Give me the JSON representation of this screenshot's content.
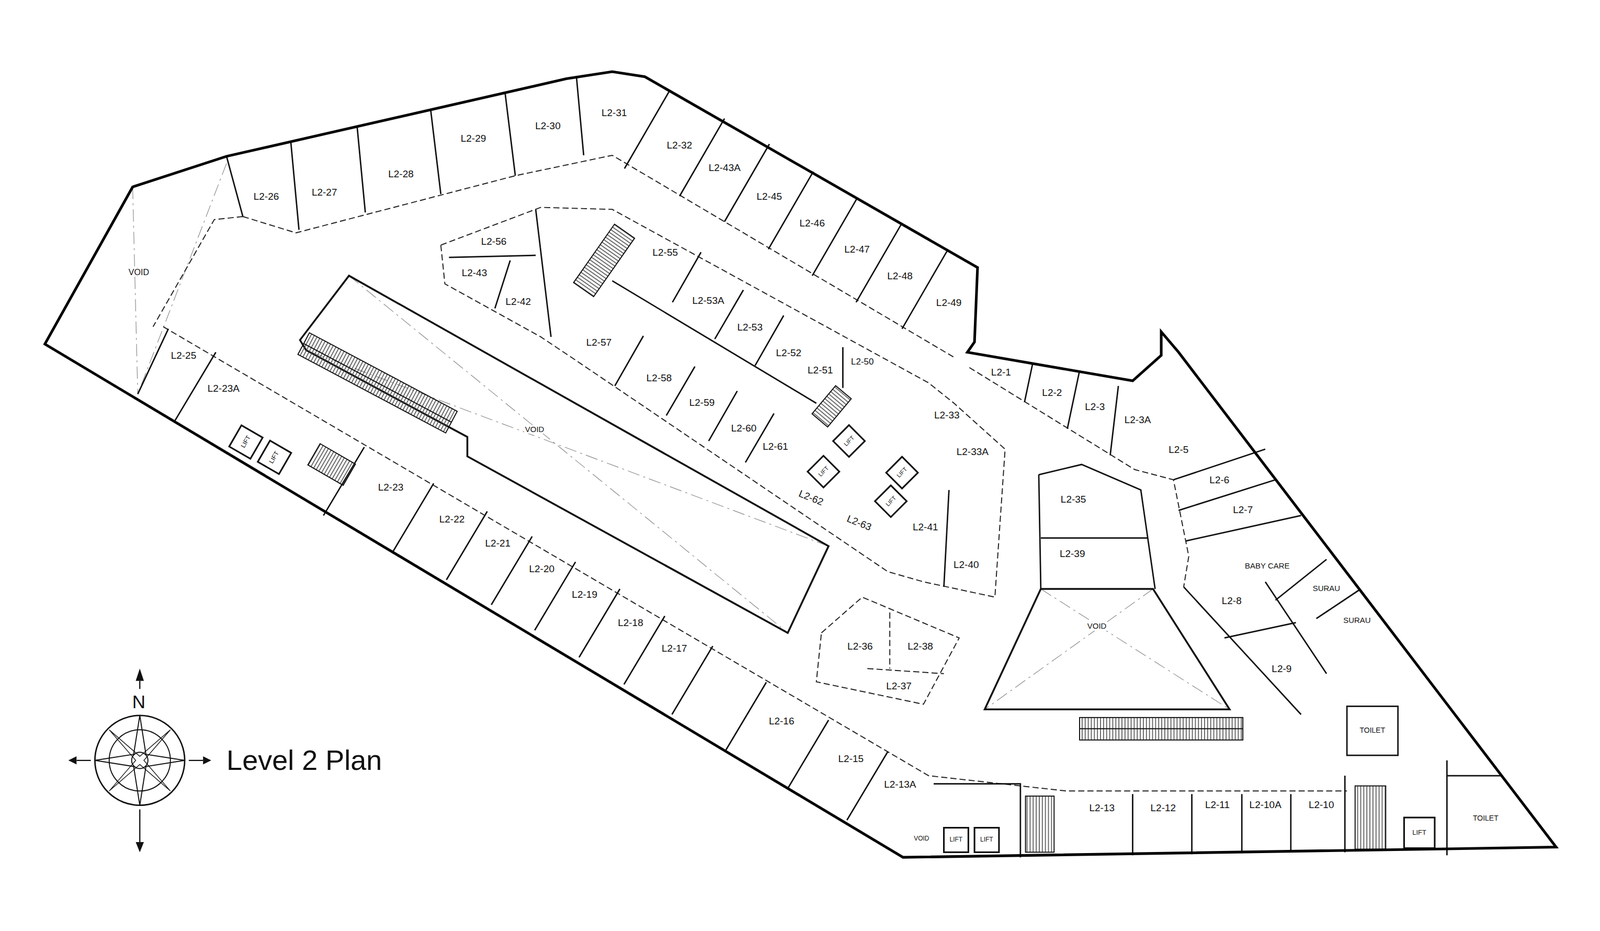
{
  "diagram": {
    "title": "Level 2 Plan",
    "nodes": [
      {
        "text": [
          "L2-31"
        ]
      },
      {
        "text": [
          "L2-30"
        ]
      },
      {
        "text": [
          "L2-29"
        ]
      },
      {
        "text": [
          "L2-32"
        ]
      },
      {
        "text": [
          "L2-43A"
        ]
      },
      {
        "text": [
          "L2-28"
        ]
      },
      {
        "text": [
          "L2-27"
        ]
      },
      {
        "text": [
          "L2-45"
        ]
      },
      {
        "text": [
          "L2-26"
        ]
      },
      {
        "text": [
          "L2-46"
        ]
      },
      {
        "text": [
          "L2-56"
        ]
      },
      {
        "text": [
          "L2-55"
        ]
      },
      {
        "text": [
          "L2-47"
        ]
      },
      {
        "text": [
          "VOID"
        ]
      },
      {
        "text": [
          "L2-43"
        ]
      },
      {
        "text": [
          "L2-48"
        ]
      },
      {
        "text": [
          "L2-53A"
        ]
      },
      {
        "text": [
          "L2-42"
        ]
      },
      {
        "text": [
          "L2-49"
        ]
      },
      {
        "text": [
          "L2-53"
        ]
      },
      {
        "text": [
          "L2-57"
        ]
      },
      {
        "text": [
          "L2-52"
        ]
      },
      {
        "text": [
          "L2-25"
        ]
      },
      {
        "text": [
          "L2-50"
        ]
      },
      {
        "text": [
          "L2-51"
        ]
      },
      {
        "text": [
          "L2-1"
        ]
      },
      {
        "text": [
          "L2-58"
        ]
      },
      {
        "text": [
          "L2-23A"
        ]
      },
      {
        "text": [
          "L2-2"
        ]
      },
      {
        "text": [
          "L2-59"
        ]
      },
      {
        "text": [
          "L2-3"
        ]
      },
      {
        "text": [
          "L2-33"
        ]
      },
      {
        "text": [
          "L2-3A"
        ]
      },
      {
        "text": [
          "VOID"
        ]
      },
      {
        "text": [
          "L2-60"
        ]
      },
      {
        "text": [
          "L2-61"
        ]
      },
      {
        "text": [
          "LIFT"
        ]
      },
      {
        "text": [
          "LIFT"
        ]
      },
      {
        "text": [
          "LIFT"
        ]
      },
      {
        "text": [
          "L2-5"
        ]
      },
      {
        "text": [
          "L2-33A"
        ]
      },
      {
        "text": [
          "LIFT"
        ]
      },
      {
        "text": [
          "LIFT"
        ]
      },
      {
        "text": [
          "L2-6"
        ]
      },
      {
        "text": [
          "L2-23"
        ]
      },
      {
        "text": [
          "L2-62"
        ]
      },
      {
        "text": [
          "LIFT"
        ]
      },
      {
        "text": [
          "L2-35"
        ]
      },
      {
        "text": [
          "L2-7"
        ]
      },
      {
        "text": [
          "L2-22"
        ]
      },
      {
        "text": [
          "L2-63"
        ]
      },
      {
        "text": [
          "L2-41"
        ]
      },
      {
        "text": [
          "L2-21"
        ]
      },
      {
        "text": [
          "L2-39"
        ]
      },
      {
        "text": [
          "L2-40"
        ]
      },
      {
        "text": [
          "BABY CARE"
        ]
      },
      {
        "text": [
          "L2-20"
        ]
      },
      {
        "text": [
          "SURAU"
        ]
      },
      {
        "text": [
          "L2-19"
        ]
      },
      {
        "text": [
          "L2-8"
        ]
      },
      {
        "text": [
          "SURAU"
        ]
      },
      {
        "text": [
          "L2-18"
        ]
      },
      {
        "text": [
          "VOID"
        ]
      },
      {
        "text": [
          "L2-36"
        ]
      },
      {
        "text": [
          "L2-38"
        ]
      },
      {
        "text": [
          "L2-17"
        ]
      },
      {
        "text": [
          "L2-9"
        ]
      },
      {
        "text": [
          "L2-37"
        ]
      },
      {
        "text": [
          "L2-16"
        ]
      },
      {
        "text": [
          "TOILET"
        ]
      },
      {
        "text": [
          "L2-15"
        ]
      },
      {
        "text": [
          "L2-13A"
        ]
      },
      {
        "text": [
          "L2-13"
        ]
      },
      {
        "text": [
          "L2-12"
        ]
      },
      {
        "text": [
          "L2-11"
        ]
      },
      {
        "text": [
          "L2-10A"
        ]
      },
      {
        "text": [
          "L2-10"
        ]
      },
      {
        "text": [
          "TOILET"
        ]
      },
      {
        "text": [
          "LIFT"
        ]
      },
      {
        "text": [
          "VOID"
        ]
      },
      {
        "text": [
          "LIFT"
        ]
      },
      {
        "text": [
          "LIFT"
        ]
      }
    ],
    "labels": [
      "N"
    ]
  }
}
